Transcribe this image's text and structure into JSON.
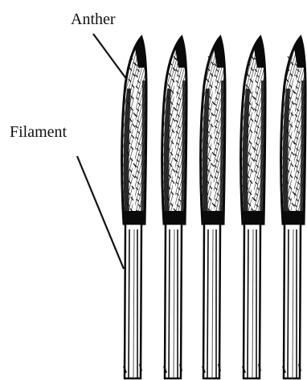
{
  "labels": {
    "anther": "Anther",
    "filament": "Filament"
  },
  "stamens": [
    {
      "id": "stamen-1"
    },
    {
      "id": "stamen-2"
    },
    {
      "id": "stamen-3"
    },
    {
      "id": "stamen-4"
    },
    {
      "id": "stamen-5"
    }
  ],
  "colors": {
    "ink": "#111111",
    "ink_dark": "#0a0a0a",
    "ink_light": "#9a9a9a",
    "paper": "#ffffff"
  }
}
